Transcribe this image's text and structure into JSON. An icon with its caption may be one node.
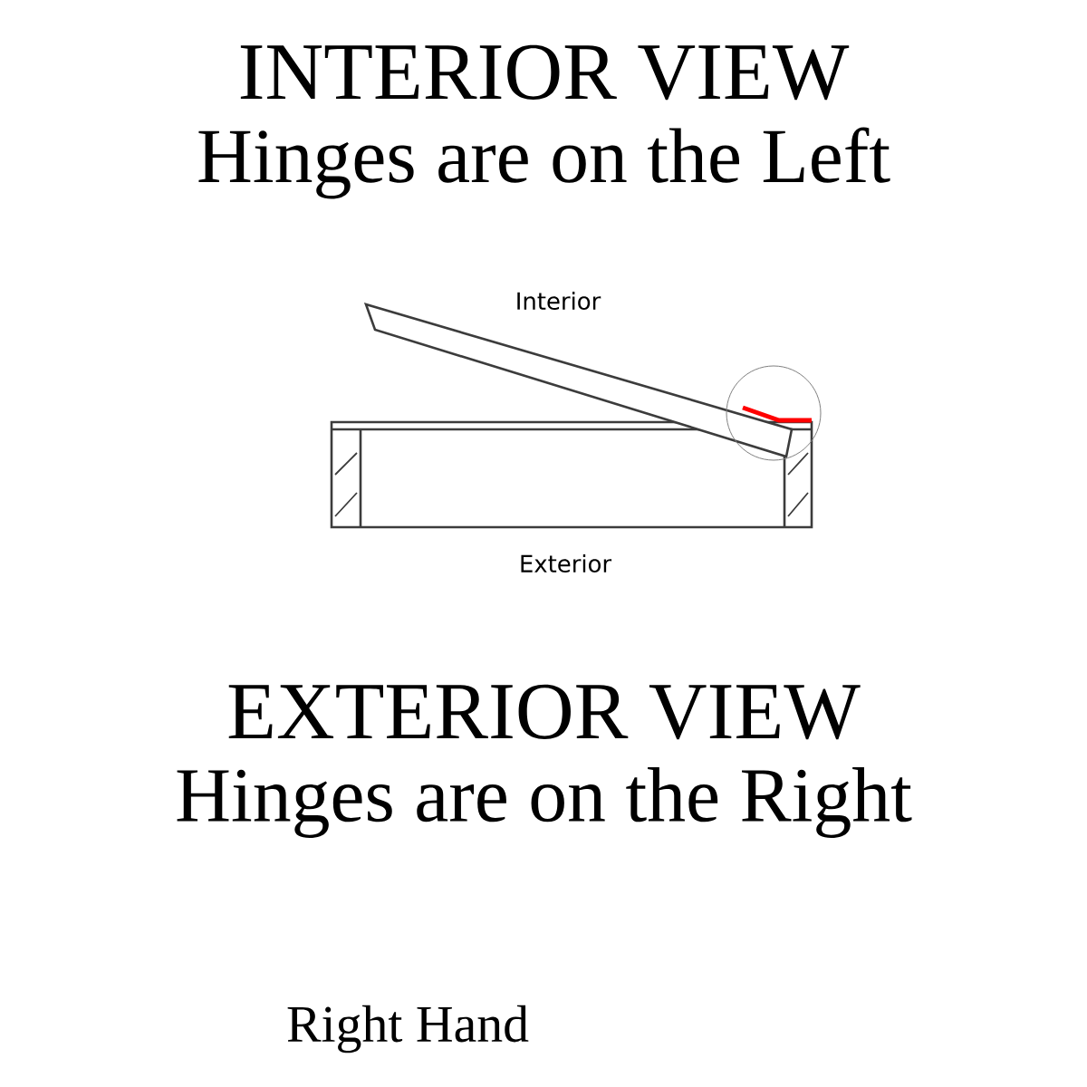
{
  "diagram": {
    "labels": [
      "INTERIOR VIEW",
      "Hinges are on the Left",
      "Interior",
      "Exterior",
      "EXTERIOR VIEW",
      "Hinges are on the Right",
      "Right Hand"
    ]
  }
}
